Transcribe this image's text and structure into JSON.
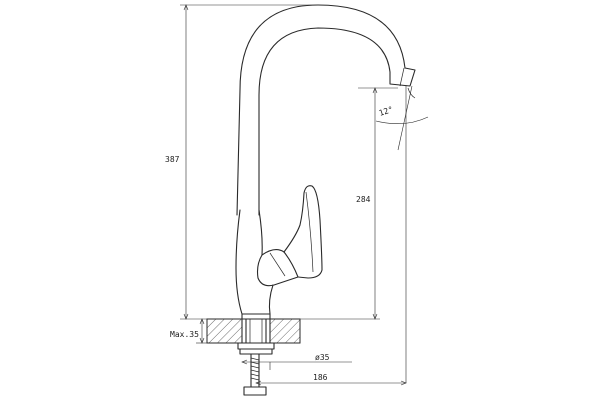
{
  "drawing": {
    "dimensions": {
      "total_height": "387",
      "spout_height": "284",
      "max_thickness": "Max.35",
      "hole_diameter": "ø35",
      "spout_reach": "186",
      "spout_angle": "12°"
    },
    "colors": {
      "line": "#2a2a2a",
      "background": "#ffffff"
    }
  }
}
